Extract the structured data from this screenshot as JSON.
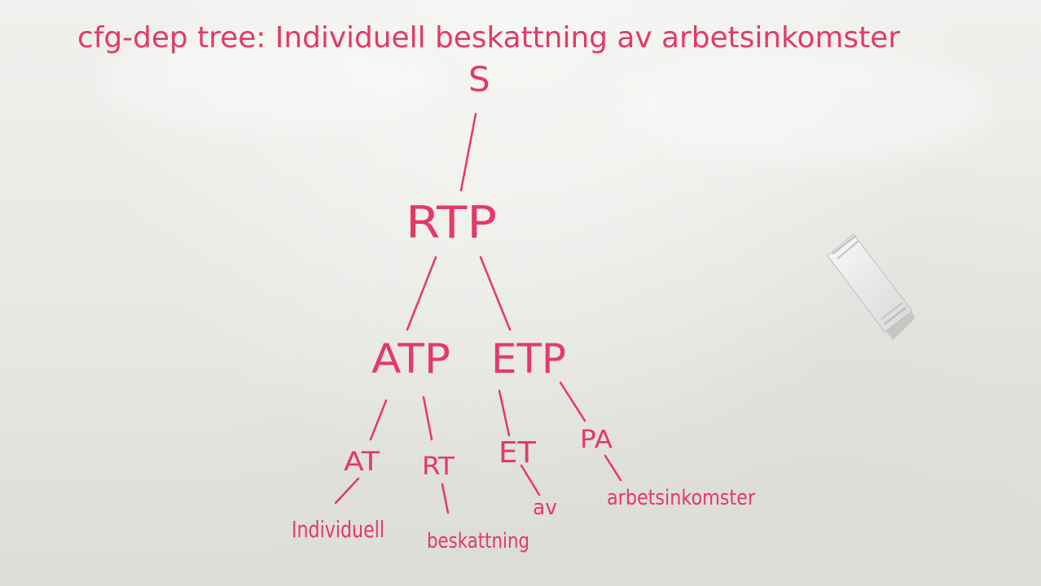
{
  "board": {
    "title": "cfg-dep tree: Individuell beskattning av arbetsinkomster",
    "ink_color": "#e33a66"
  },
  "tree": {
    "root": "S",
    "level1": "RTP",
    "level2_left": "ATP",
    "level2_right": "ETP",
    "level3": [
      "AT",
      "RT",
      "ET",
      "PA"
    ],
    "leaves": [
      "Individuell",
      "beskattning",
      "av",
      "arbetsinkomster"
    ]
  },
  "eraser": {
    "icon": "whiteboard-eraser-icon"
  }
}
